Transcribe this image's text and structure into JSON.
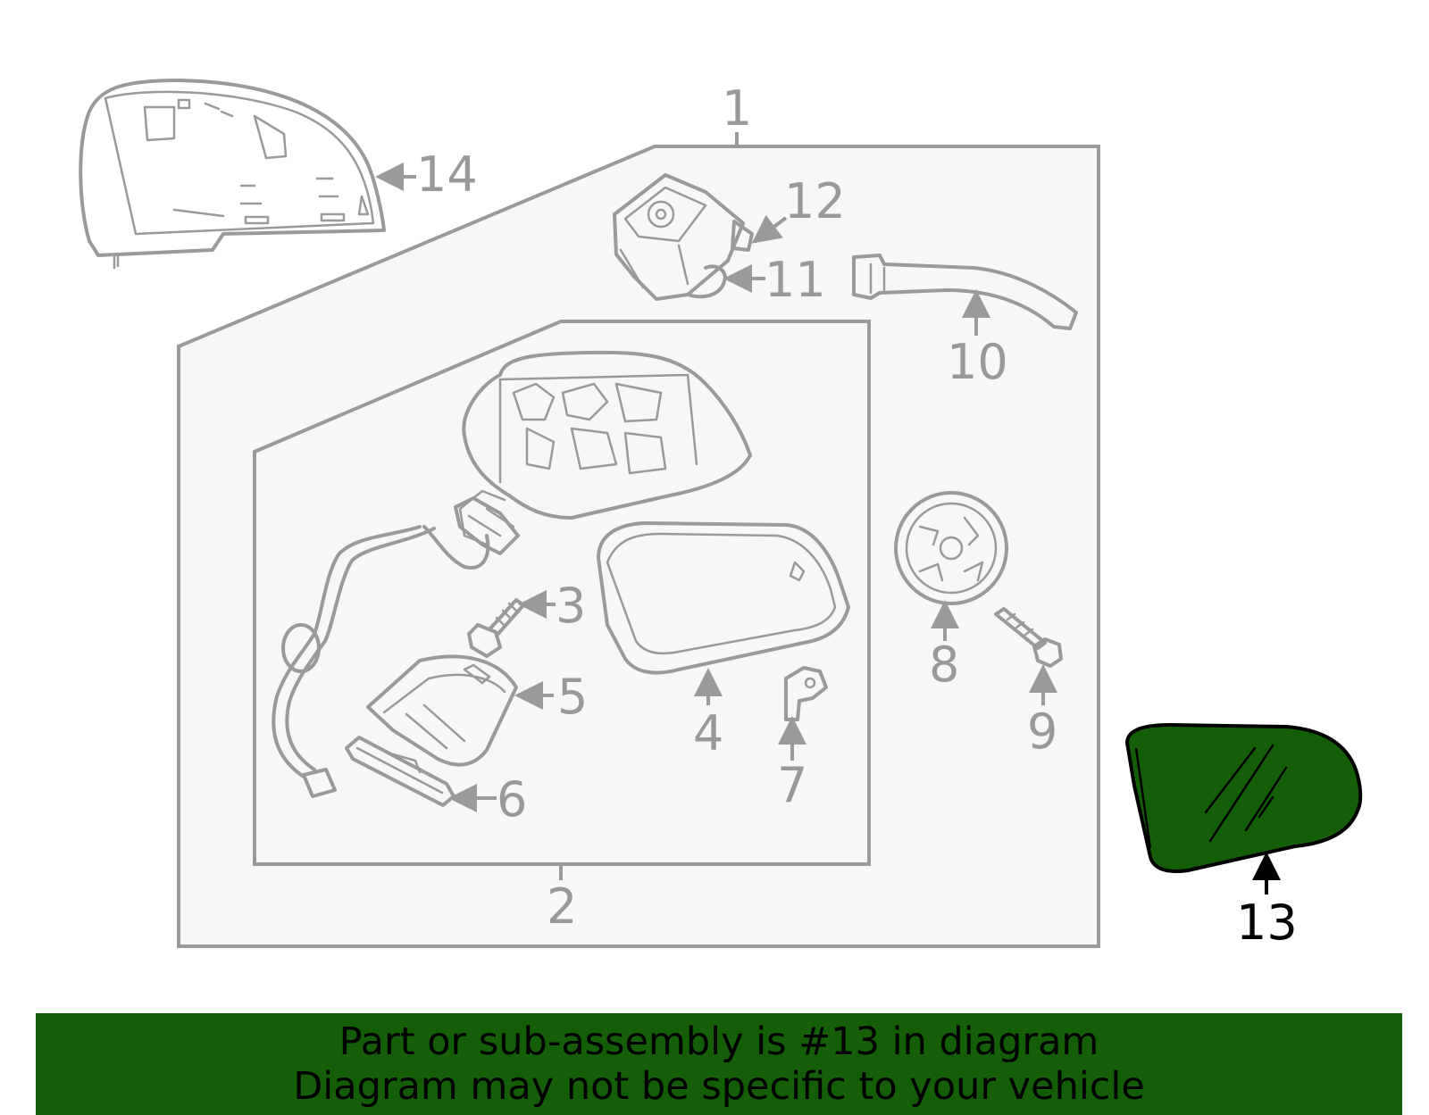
{
  "colors": {
    "highlight": "#135e07",
    "banner_bg": "#135e07",
    "line_gray": "#9a9a9a",
    "callout_gray": "#999999",
    "box_fill": "#f7f7f7"
  },
  "callouts": {
    "c1": "1",
    "c2": "2",
    "c3": "3",
    "c4": "4",
    "c5": "5",
    "c6": "6",
    "c7": "7",
    "c8": "8",
    "c9": "9",
    "c10": "10",
    "c11": "11",
    "c12": "12",
    "c13": "13",
    "c14": "14"
  },
  "highlighted_part": "13",
  "banner": {
    "line1": "Part or sub-assembly is #13 in diagram",
    "line2": "Diagram may not be specific to your vehicle"
  }
}
